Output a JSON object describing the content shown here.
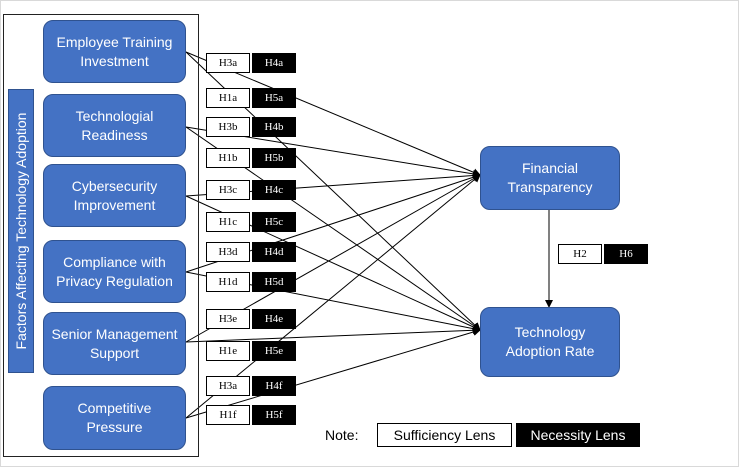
{
  "side_label": "Factors Affecting Technology Adoption",
  "factors": [
    {
      "line1": "Employee Training",
      "line2": "Investment"
    },
    {
      "line1": "Technologial",
      "line2": "Readiness"
    },
    {
      "line1": "Cybersecurity",
      "line2": "Improvement"
    },
    {
      "line1": "Compliance with",
      "line2": "Privacy Regulation"
    },
    {
      "line1": "Senior Management",
      "line2": "Support"
    },
    {
      "line1": "Competitive",
      "line2": "Pressure"
    }
  ],
  "outcomes": {
    "financial_transparency": {
      "line1": "Financial",
      "line2": "Transparency"
    },
    "technology_adoption_rate": {
      "line1": "Technology",
      "line2": "Adoption Rate"
    }
  },
  "hypotheses": [
    {
      "sufficiency": "H3a",
      "necessity": "H4a"
    },
    {
      "sufficiency": "H1a",
      "necessity": "H5a"
    },
    {
      "sufficiency": "H3b",
      "necessity": "H4b"
    },
    {
      "sufficiency": "H1b",
      "necessity": "H5b"
    },
    {
      "sufficiency": "H3c",
      "necessity": "H4c"
    },
    {
      "sufficiency": "H1c",
      "necessity": "H5c"
    },
    {
      "sufficiency": "H3d",
      "necessity": "H4d"
    },
    {
      "sufficiency": "H1d",
      "necessity": "H5d"
    },
    {
      "sufficiency": "H3e",
      "necessity": "H4e"
    },
    {
      "sufficiency": "H1e",
      "necessity": "H5e"
    },
    {
      "sufficiency": "H3a",
      "necessity": "H4f"
    },
    {
      "sufficiency": "H1f",
      "necessity": "H5f"
    }
  ],
  "mediator_hypothesis": {
    "sufficiency": "H2",
    "necessity": "H6"
  },
  "legend": {
    "note": "Note:",
    "sufficiency": "Sufficiency Lens",
    "necessity": "Necessity Lens"
  }
}
